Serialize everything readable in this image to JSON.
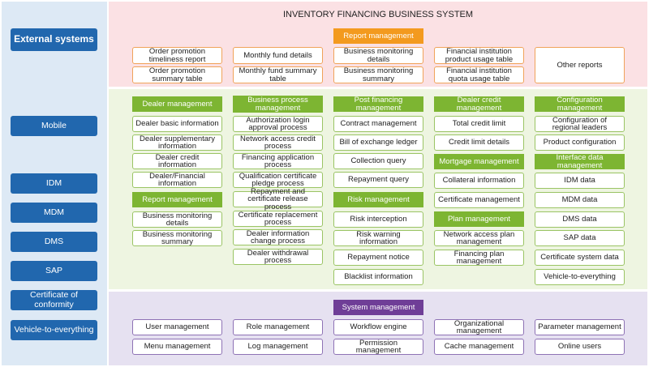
{
  "title": "INVENTORY FINANCING BUSINESS SYSTEM",
  "external": {
    "header": "External systems",
    "items": [
      "Mobile",
      "IDM",
      "MDM",
      "DMS",
      "SAP",
      "Certificate of conformity",
      "Vehicle-to-everything"
    ]
  },
  "report": {
    "header": "Report management",
    "items": [
      "Order promotion timeliness report",
      "Order promotion summary table",
      "Monthly fund details",
      "Monthly fund summary table",
      "Business monitoring details",
      "Business monitoring summary",
      "Financial institution product usage table",
      "Financial institution quota usage table",
      "Other reports"
    ]
  },
  "columns": [
    {
      "header": "Dealer management",
      "items": [
        "Dealer basic information",
        "Dealer supplementary information",
        "Dealer credit information",
        "Dealer/Financial information"
      ],
      "header2": "Report management",
      "items2": [
        "Business monitoring details",
        "Business monitoring summary"
      ]
    },
    {
      "header": "Business process management",
      "items": [
        "Authorization login approval process",
        "Network access credit process",
        "Financing application process",
        "Qualification certificate pledge process",
        "Repayment and certificate release process",
        "Certificate replacement process",
        "Dealer information change process",
        "Dealer withdrawal process"
      ]
    },
    {
      "header": "Post financing management",
      "items": [
        "Contract management",
        "Bill of exchange ledger",
        "Collection query",
        "Repayment query"
      ],
      "header2": "Risk management",
      "items2": [
        "Risk interception",
        "Risk warning information",
        "Repayment notice",
        "Blacklist information"
      ]
    },
    {
      "header": "Dealer credit management",
      "items": [
        "Total credit limit",
        "Credit limit details"
      ],
      "header2": "Mortgage management",
      "items2": [
        "Collateral information",
        "Certificate management"
      ],
      "header3": "Plan management",
      "items3": [
        "Network access plan management",
        "Financing plan management"
      ]
    },
    {
      "header": "Configuration management",
      "items": [
        "Configuration of regional leaders",
        "Product configuration"
      ],
      "header2": "Interface data management",
      "items2": [
        "IDM data",
        "MDM data",
        "DMS data",
        "SAP data",
        "Certificate system data",
        "Vehicle-to-everything"
      ]
    }
  ],
  "system": {
    "header": "System management",
    "items": [
      "User management",
      "Menu management",
      "Role management",
      "Log management",
      "Workflow engine",
      "Permission management",
      "Organizational management",
      "Cache management",
      "Parameter management",
      "Online users"
    ]
  },
  "colors": {
    "external_blue": "#2167ae",
    "report_orange": "#f39a1f",
    "business_green": "#7db532",
    "system_purple": "#6f3e97"
  }
}
